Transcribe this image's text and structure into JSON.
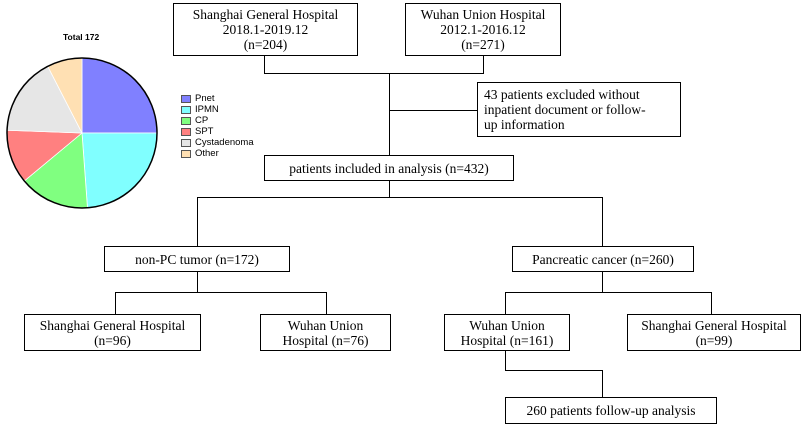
{
  "boxes": {
    "shanghai_top": [
      "Shanghai General Hospital",
      "2018.1-2019.12",
      "(n=204)"
    ],
    "wuhan_top": [
      "Wuhan Union Hospital",
      "2012.1-2016.12",
      "(n=271)"
    ],
    "excluded": [
      "43 patients excluded without",
      "inpatient document or follow-",
      "up information"
    ],
    "included": [
      "patients included in analysis (n=432)"
    ],
    "nonpc": [
      "non-PC tumor (n=172)"
    ],
    "pc": [
      "Pancreatic cancer (n=260)"
    ],
    "nonpc_shanghai": [
      "Shanghai General Hospital",
      "(n=96)"
    ],
    "nonpc_wuhan": [
      "Wuhan Union",
      "Hospital (n=76)"
    ],
    "pc_wuhan": [
      "Wuhan Union",
      "Hospital (n=161)"
    ],
    "pc_shanghai": [
      "Shanghai General Hospital",
      "(n=99)"
    ],
    "followup": [
      "260 patients follow-up analysis"
    ]
  },
  "chart_data": {
    "type": "pie",
    "title": "Total 172",
    "categories": [
      "Pnet",
      "IPMN",
      "CP",
      "SPT",
      "Cystadenoma",
      "Other"
    ],
    "values": [
      43,
      41,
      26,
      20,
      29,
      13
    ],
    "colors": [
      "#8080ff",
      "#80ffff",
      "#80ff80",
      "#ff8080",
      "#e6e6e6",
      "#ffe0b3"
    ],
    "legend_position": "right"
  }
}
